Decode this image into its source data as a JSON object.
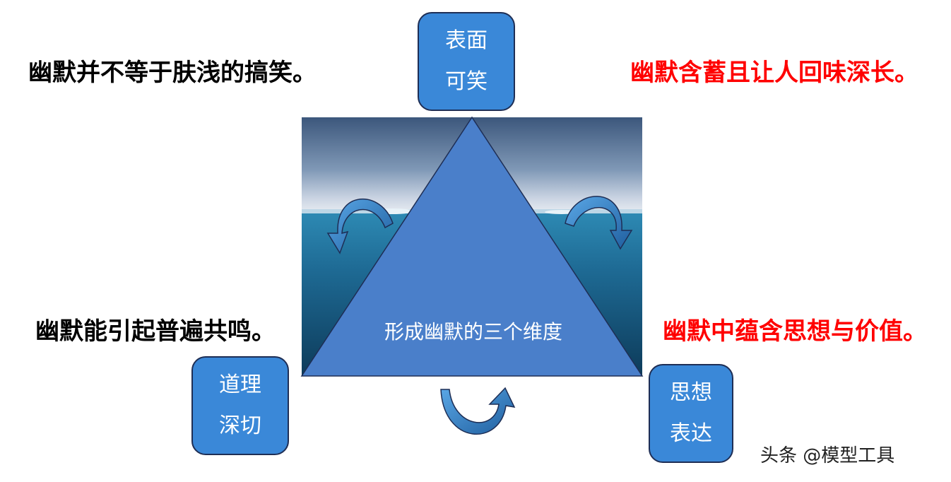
{
  "statements": {
    "top_left": "幽默并不等于肤浅的搞笑。",
    "top_right": "幽默含蓄且让人回味深长。",
    "bottom_left": "幽默能引起普遍共鸣。",
    "bottom_right": "幽默中蕴含思想与价值。"
  },
  "boxes": {
    "top": {
      "line1": "表面",
      "line2": "可笑"
    },
    "bottom_left": {
      "line1": "道理",
      "line2": "深切"
    },
    "bottom_right": {
      "line1": "思想",
      "line2": "表达"
    }
  },
  "triangle_label": "形成幽默的三个维度",
  "watermark": "头条 @模型工具",
  "colors": {
    "box_fill": "#3a88d8",
    "triangle_fill": "#4a7fca",
    "emphasis_text": "#ff0000"
  }
}
